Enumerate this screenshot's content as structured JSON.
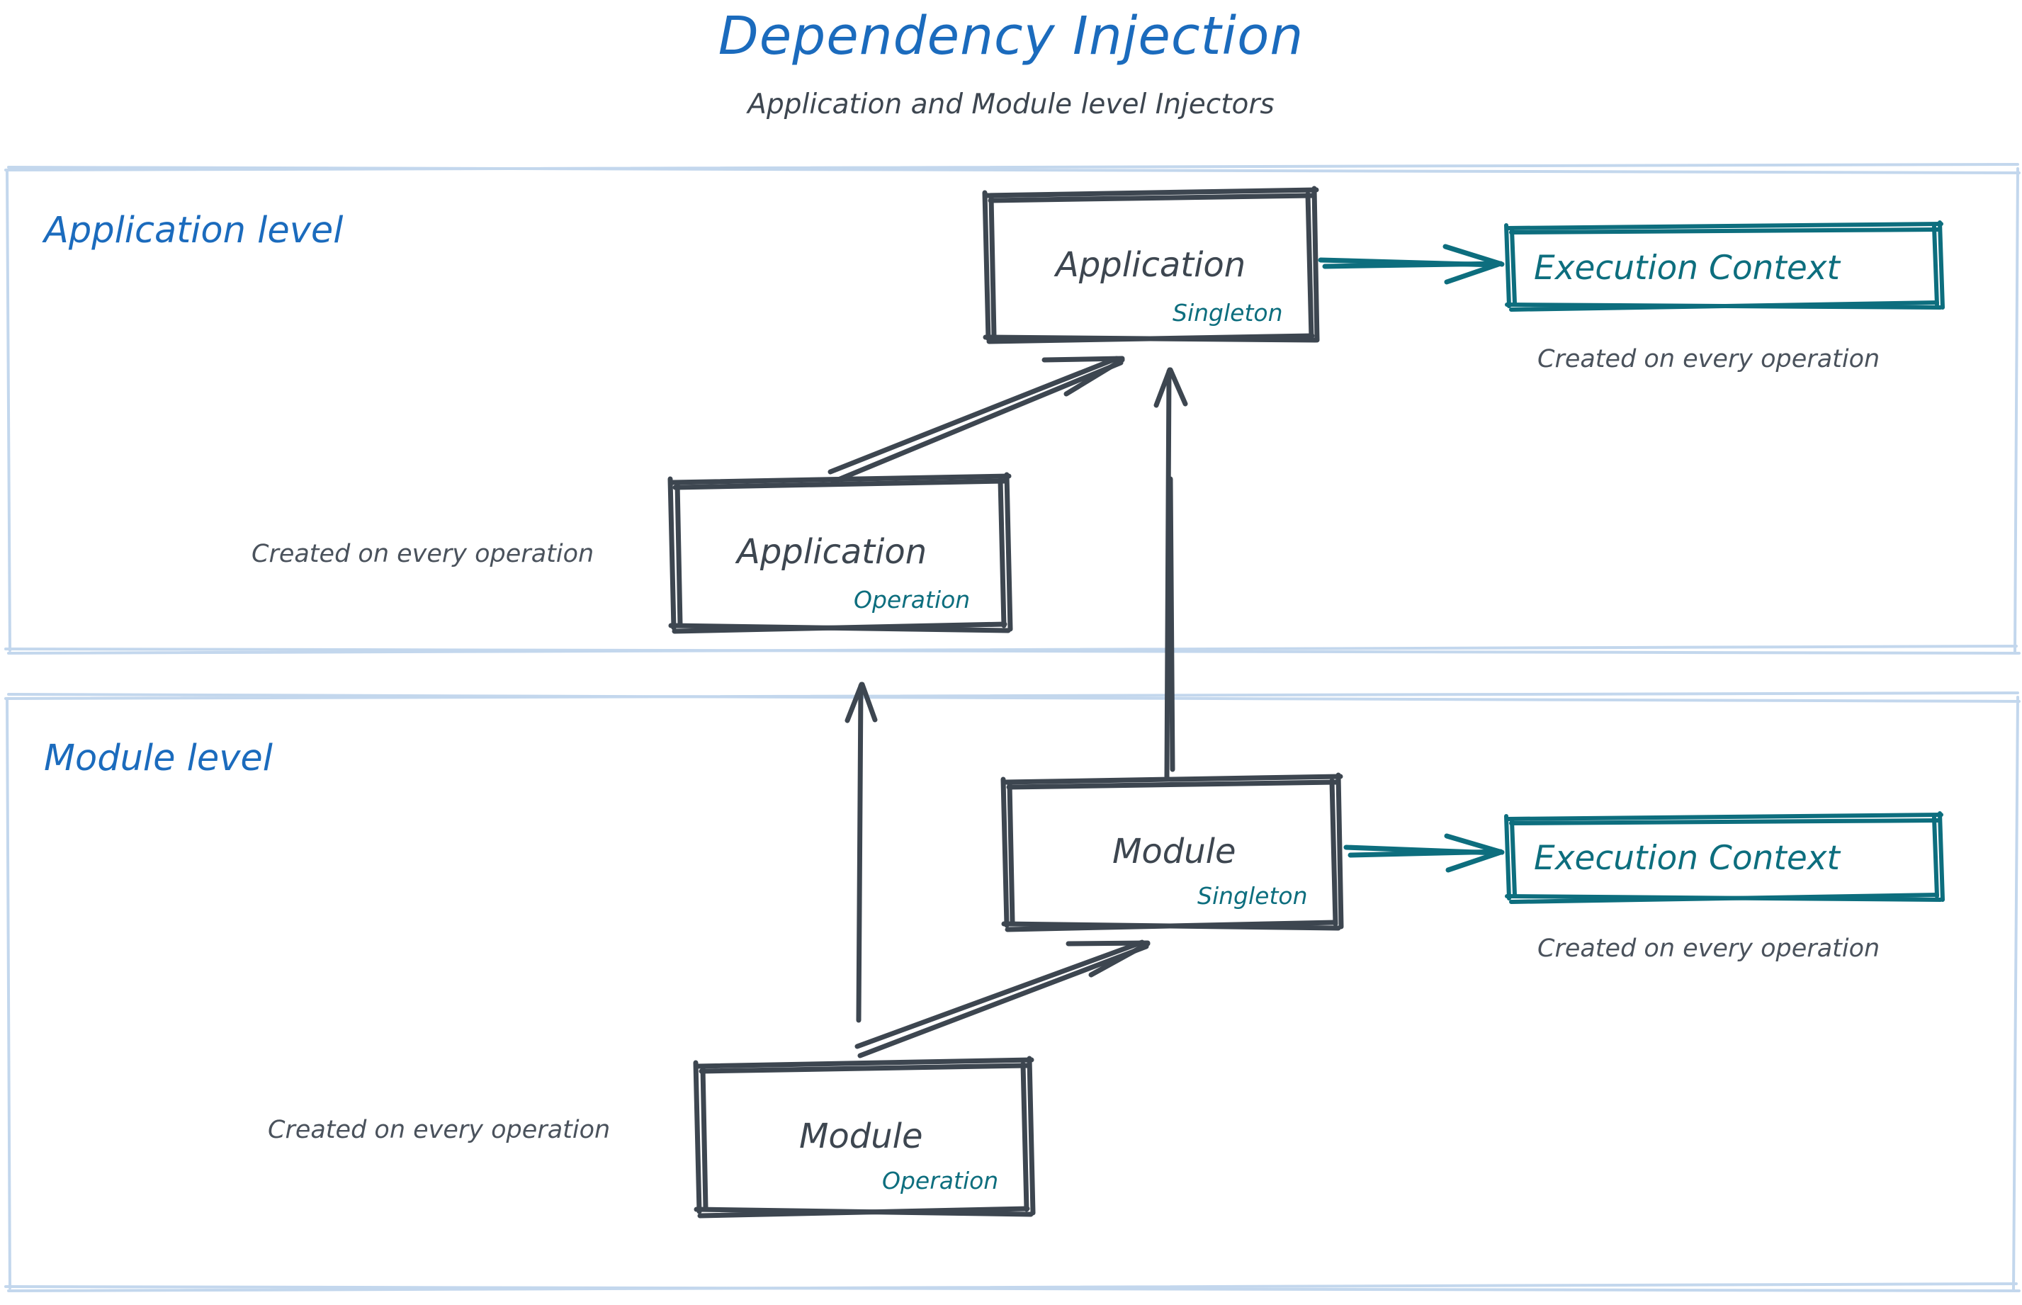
{
  "header": {
    "title": "Dependency Injection",
    "subtitle": "Application and Module level Injectors"
  },
  "colors": {
    "title_blue": "#1b6bbd",
    "panel_border_blue": "#c3d7ed",
    "ink_dark": "#3d4650",
    "teal": "#0d6e7e",
    "note_gray": "#4a525c",
    "background": "#ffffff"
  },
  "panels": [
    {
      "id": "application-level",
      "title": "Application level"
    },
    {
      "id": "module-level",
      "title": "Module level"
    }
  ],
  "nodes": {
    "app_singleton": {
      "label": "Application",
      "badge": "Singleton"
    },
    "app_operation": {
      "label": "Application",
      "badge": "Operation"
    },
    "module_singleton": {
      "label": "Module",
      "badge": "Singleton"
    },
    "module_operation": {
      "label": "Module",
      "badge": "Operation"
    },
    "exec_ctx_app": {
      "label": "Execution Context"
    },
    "exec_ctx_module": {
      "label": "Execution Context"
    }
  },
  "notes": {
    "exec_ctx_app_note": "Created on every operation",
    "app_operation_note": "Created on every operation",
    "exec_ctx_module_note": "Created on every operation",
    "module_operation_note": "Created on every operation"
  },
  "chart_data": {
    "type": "diagram",
    "title": "Dependency Injection",
    "subtitle": "Application and Module level Injectors",
    "groups": [
      {
        "name": "Application level",
        "nodes": [
          "Application (Singleton)",
          "Application (Operation)",
          "Execution Context"
        ]
      },
      {
        "name": "Module level",
        "nodes": [
          "Module (Singleton)",
          "Module (Operation)",
          "Execution Context"
        ]
      }
    ],
    "edges": [
      {
        "from": "Application (Singleton)",
        "to": "Execution Context (app)",
        "style": "teal-arrow"
      },
      {
        "from": "Application (Operation)",
        "to": "Application (Singleton)",
        "style": "dark-arrow"
      },
      {
        "from": "Module (Singleton)",
        "to": "Application (Singleton)",
        "style": "dark-arrow"
      },
      {
        "from": "Module (Singleton)",
        "to": "Execution Context (module)",
        "style": "teal-arrow"
      },
      {
        "from": "Module (Operation)",
        "to": "Module (Singleton)",
        "style": "dark-arrow"
      },
      {
        "from": "Module (Operation)",
        "to": "Application (Operation)",
        "style": "dark-arrow"
      }
    ]
  }
}
